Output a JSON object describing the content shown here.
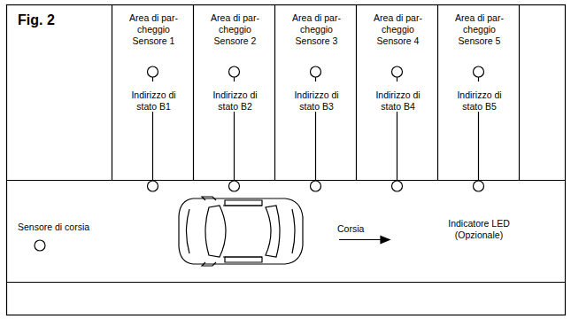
{
  "diagram": {
    "title": "Fig. 2",
    "nodes": [
      {
        "text": [
          "Area di par- cheggio Sensore 1",
          "Indirizzo di stato B1"
        ]
      },
      {
        "text": [
          "Area di par- cheggio Sensore 2",
          "Indirizzo di stato B2"
        ]
      },
      {
        "text": [
          "Area di par- cheggio Sensore 3",
          "Indirizzo di stato B3"
        ]
      },
      {
        "text": [
          "Area di par- cheggio Sensore 4",
          "Indirizzo di stato B4"
        ]
      },
      {
        "text": [
          "Area di par- cheggio Sensore 5",
          "Indirizzo di stato B5"
        ]
      }
    ],
    "labels": [
      "Sensore di corsia",
      "Corsia",
      "Indicatore LED (Opzionale)"
    ]
  }
}
